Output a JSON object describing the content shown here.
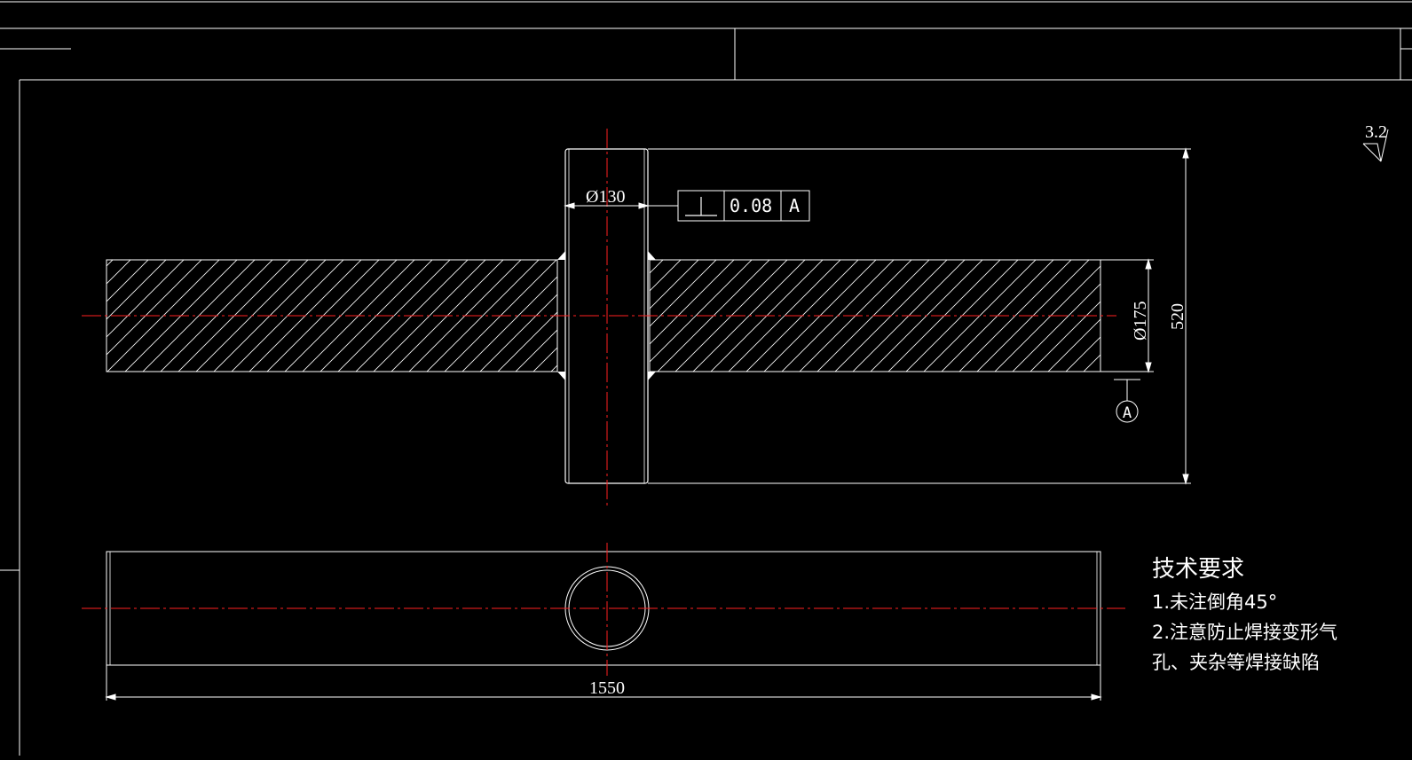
{
  "drawing": {
    "colors": {
      "background": "#000000",
      "line": "#ffffff",
      "centerline": "#ff0000"
    },
    "dimensions": {
      "flange_diameter": "Ø130",
      "shaft_diameter": "Ø175",
      "height": "520",
      "length": "1550"
    },
    "tolerance_frame": {
      "symbol": "perpendicularity-icon",
      "value": "0.08",
      "datum": "A"
    },
    "datum_label": "A",
    "surface_roughness": "3.2",
    "tech_requirements": {
      "title": "技术要求",
      "items": [
        "1.未注倒角45°",
        "2.注意防止焊接变形气",
        "孔、夹杂等焊接缺陷"
      ]
    }
  }
}
